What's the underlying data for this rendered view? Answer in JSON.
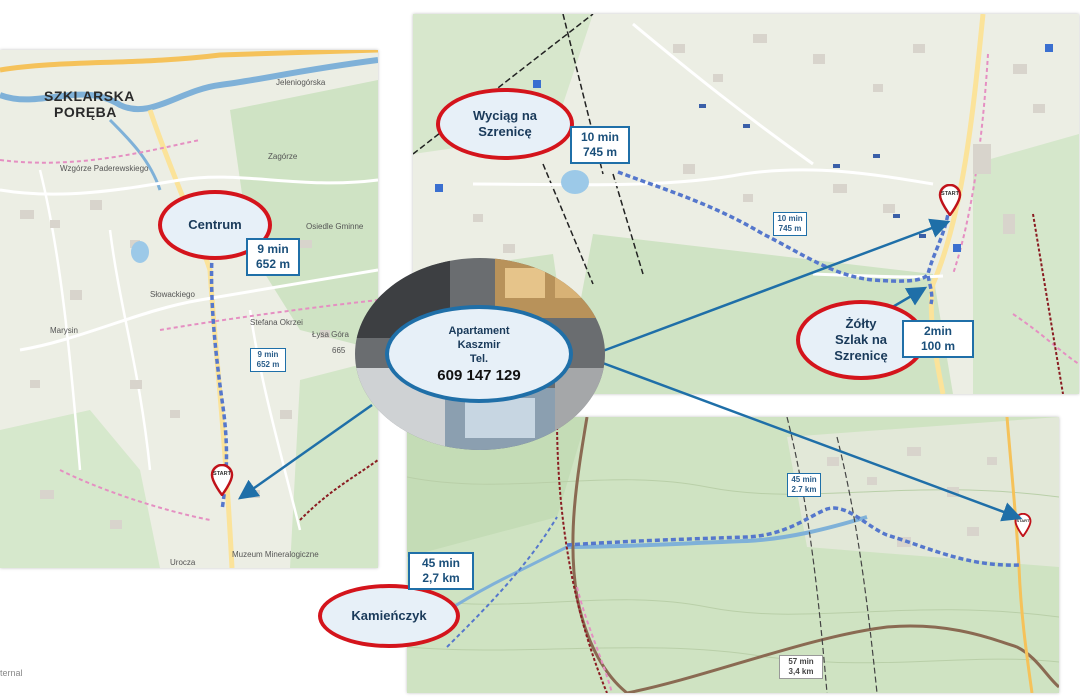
{
  "hub": {
    "line1": "Apartament",
    "line2": "Kaszmir",
    "line3": "Tel.",
    "phone": "609 147 129"
  },
  "destinations": {
    "centrum": {
      "name": "Centrum",
      "time": "9 min",
      "dist": "652 m"
    },
    "wyciag": {
      "name_line1": "Wyciąg na",
      "name_line2": "Szrenicę",
      "time": "10 min",
      "dist": "745 m"
    },
    "zolty": {
      "name_line1": "Żółty",
      "name_line2": "Szlak na",
      "name_line3": "Szrenicę",
      "time": "2min",
      "dist": "100 m"
    },
    "kamienczyk": {
      "name": "Kamieńczyk",
      "time": "45 min",
      "dist": "2,7 km"
    }
  },
  "map_callouts": {
    "left_time": "9 min",
    "left_dist": "652 m",
    "tr_time": "10 min",
    "tr_dist": "745 m",
    "br_time": "45 min",
    "br_dist": "2.7 km",
    "br_alt_time": "57 min",
    "br_alt_dist": "3,4 km"
  },
  "start_pin_label": "START",
  "map_labels": {
    "town_line1": "SZKLARSKA",
    "town_line2": "PORĘBA",
    "zagorze": "Zagórze",
    "osiedle": "Osiedle Gminne",
    "marysin": "Marysin",
    "wzgorze": "Wzgórze Paderewskiego",
    "lysa": "Łysa Góra",
    "lysa_ele": "665",
    "muzeum": "Muzeum Mineralogiczne",
    "urocza": "Urocza",
    "jeleniogorska": "Jeleniogórska",
    "stefana": "Stefana Okrzei",
    "slowackiego": "Słowackiego"
  },
  "watermark": "ternal",
  "colors": {
    "oval_border_red": "#d4141c",
    "hub_border_blue": "#1f6fa8",
    "arrow_blue": "#1f6fa8",
    "route_blue": "#5577cc"
  },
  "icons": [
    "start-pin-icon",
    "parking-icon",
    "hotel-icon",
    "arrow-icon"
  ]
}
